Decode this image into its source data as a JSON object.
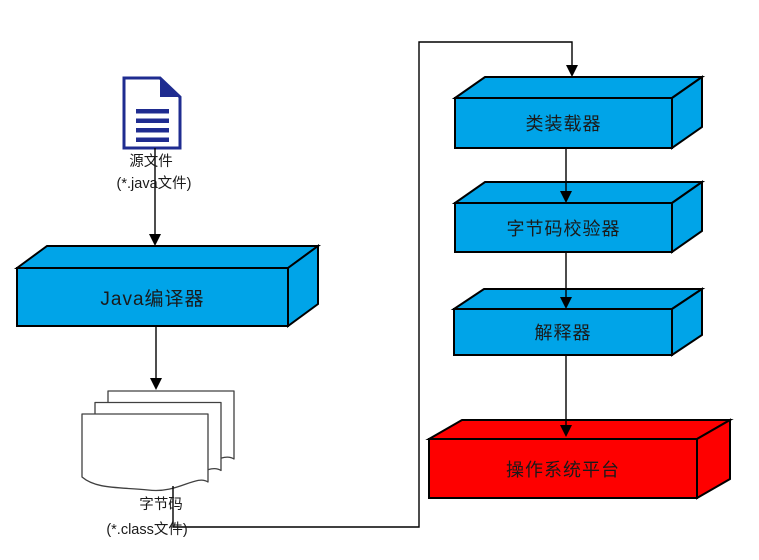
{
  "diagram": {
    "type": "flowchart",
    "topic": "Java program execution pipeline",
    "colors": {
      "box_blue": "#00A4E8",
      "box_red": "#FE0000",
      "doc_navy": "#1F2C90",
      "connector_black": "#000000",
      "page_outline": "#404040",
      "background": "#FFFFFF",
      "label_text": "#1A1A1A"
    },
    "nodes": {
      "source_file": {
        "caption_line1": "源文件",
        "caption_line2": "(*.java文件)",
        "icon": "document-icon"
      },
      "java_compiler": {
        "label": "Java编译器",
        "shape": "3d-box",
        "color": "#00A4E8"
      },
      "bytecode": {
        "caption_line1": "字节码",
        "caption_line2": "(*.class文件)",
        "icon": "stacked-pages-icon"
      },
      "class_loader": {
        "label": "类装载器",
        "shape": "3d-box",
        "color": "#00A4E8"
      },
      "bytecode_verifier": {
        "label": "字节码校验器",
        "shape": "3d-box",
        "color": "#00A4E8"
      },
      "interpreter": {
        "label": "解释器",
        "shape": "3d-box",
        "color": "#00A4E8"
      },
      "os_platform": {
        "label": "操作系统平台",
        "shape": "3d-box",
        "color": "#FE0000"
      }
    },
    "edges": [
      {
        "from": "source_file",
        "to": "java_compiler"
      },
      {
        "from": "java_compiler",
        "to": "bytecode"
      },
      {
        "from": "bytecode",
        "to": "class_loader"
      },
      {
        "from": "class_loader",
        "to": "bytecode_verifier"
      },
      {
        "from": "bytecode_verifier",
        "to": "interpreter"
      },
      {
        "from": "interpreter",
        "to": "os_platform"
      }
    ]
  }
}
